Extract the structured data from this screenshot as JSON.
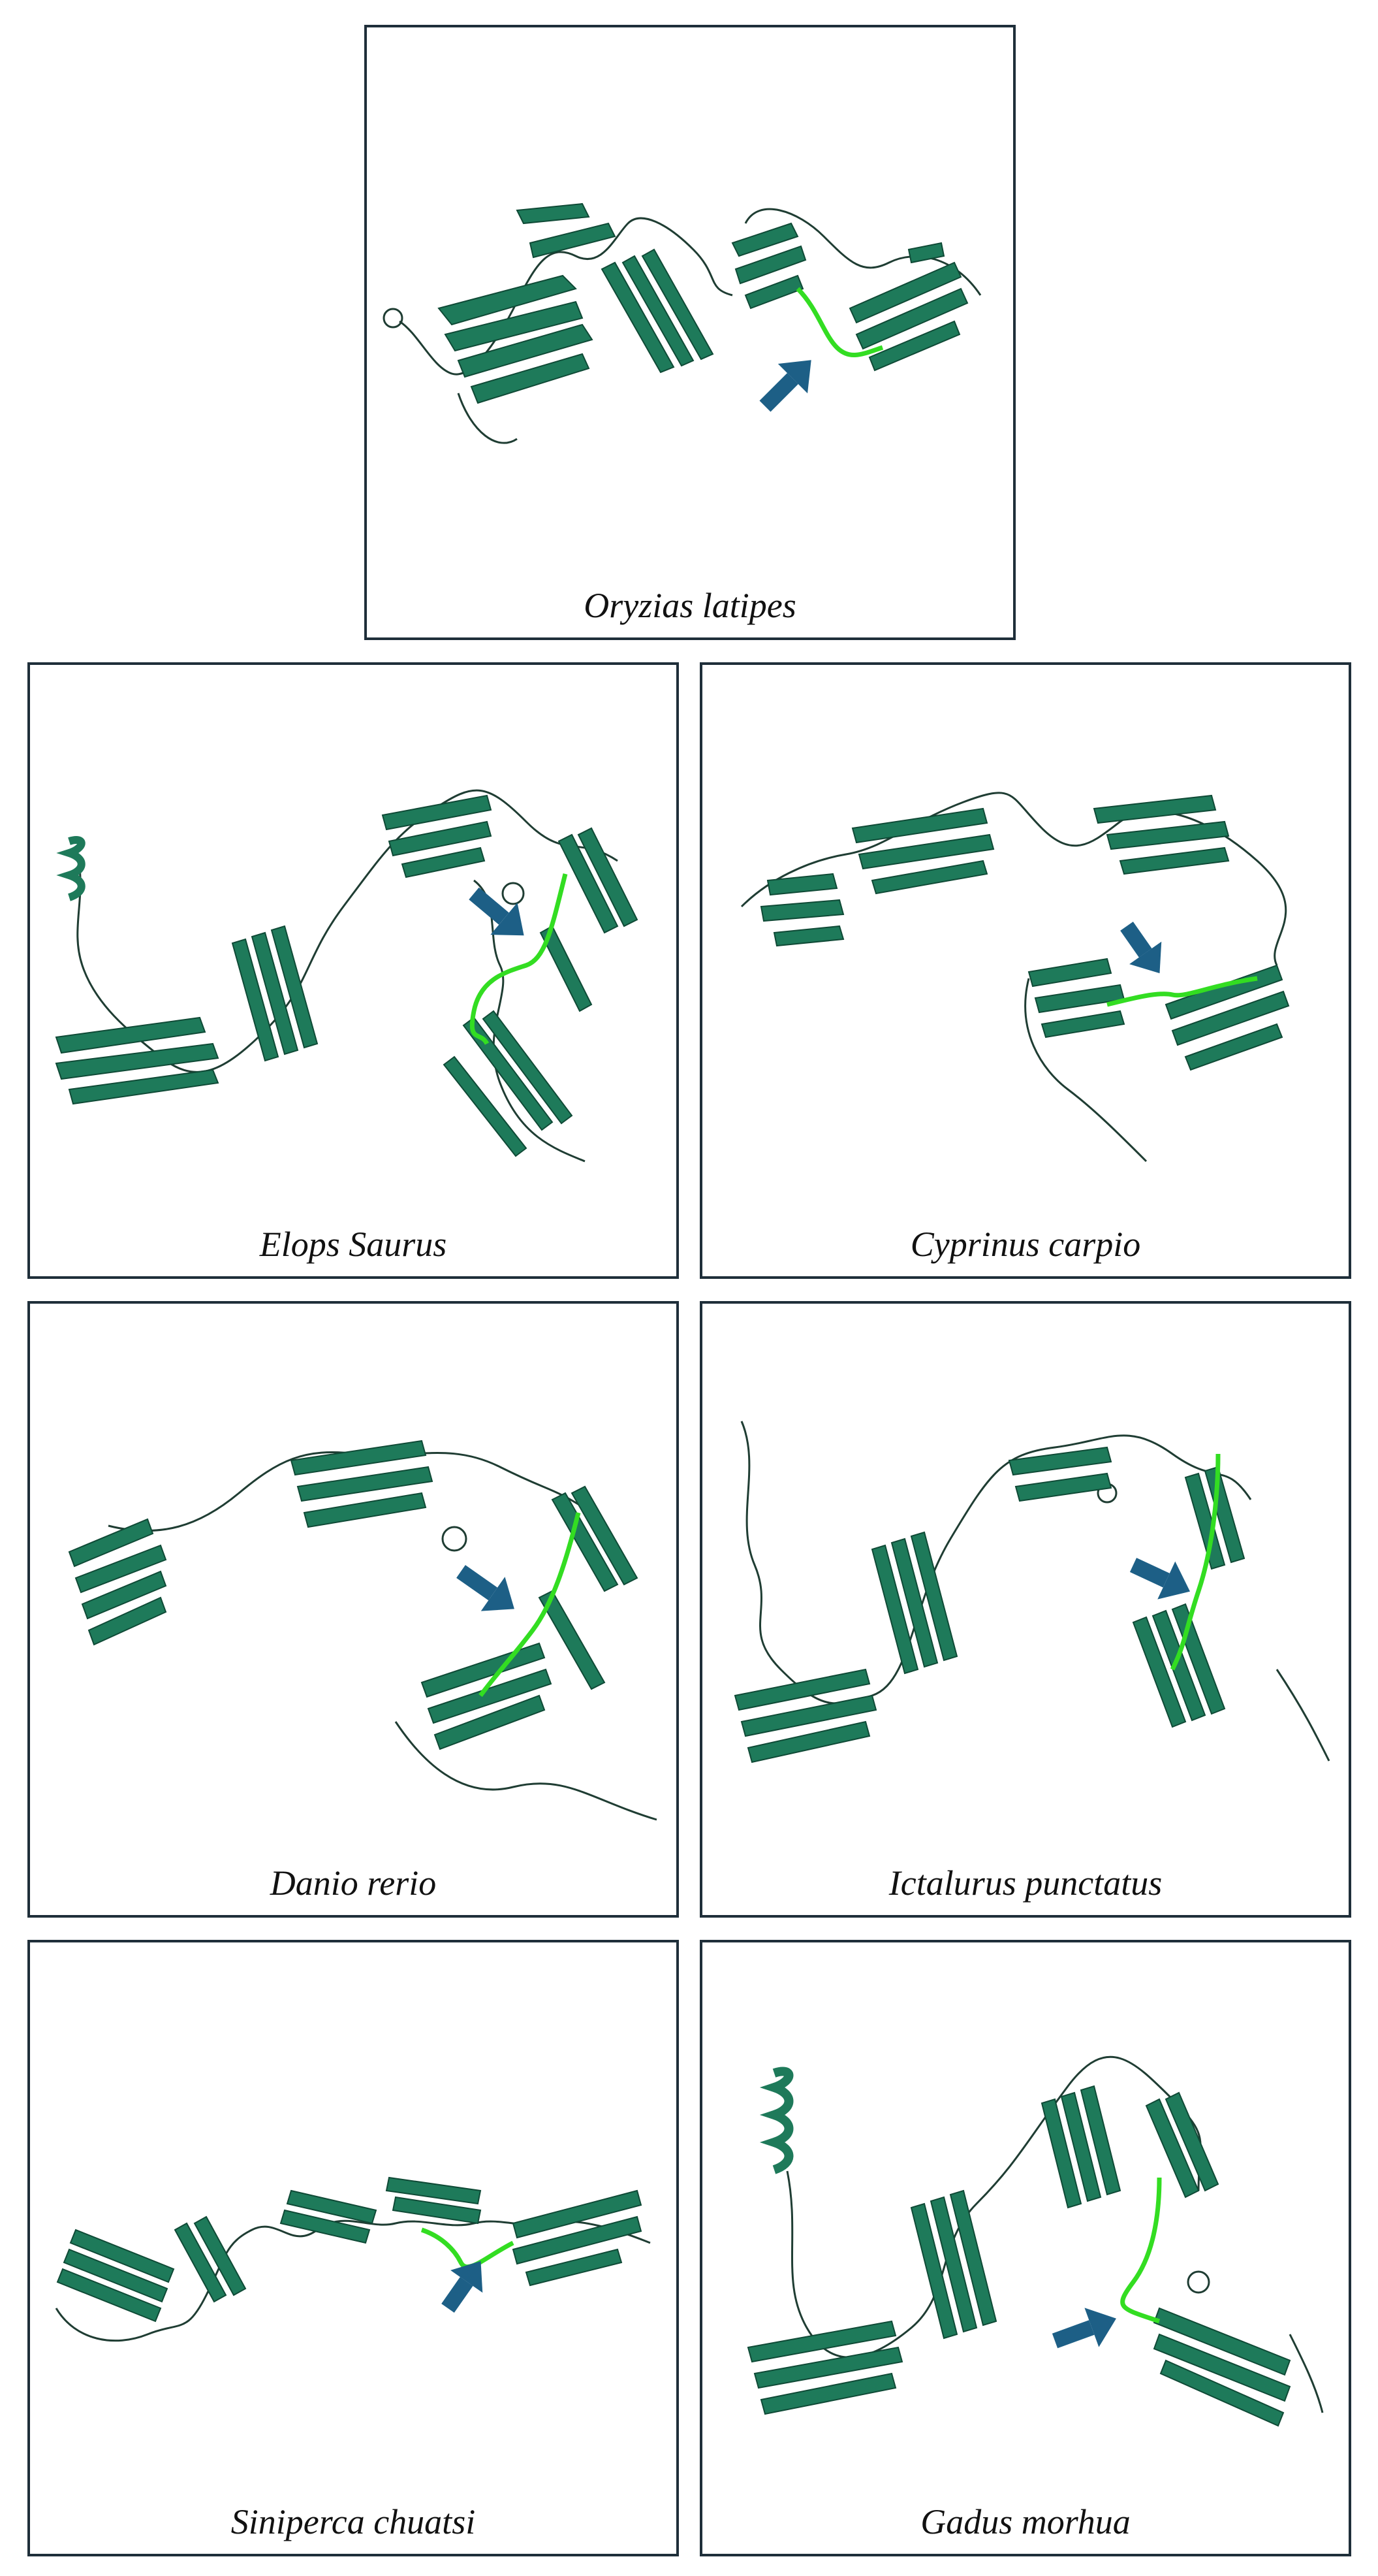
{
  "colors": {
    "protein": "#1e7a5a",
    "protein_dark": "#16614a",
    "highlight": "#33dd22",
    "arrow": "#1d5f86",
    "frame": "#1f2f3a"
  },
  "panels": [
    {
      "id": "oryzias",
      "caption": "Oryzias latipes",
      "icon": "protein-structure-icon",
      "arrow_icon": "arrow-icon"
    },
    {
      "id": "elops",
      "caption": "Elops Saurus",
      "icon": "protein-structure-icon",
      "arrow_icon": "arrow-icon"
    },
    {
      "id": "cyprinus",
      "caption": "Cyprinus carpio",
      "icon": "protein-structure-icon",
      "arrow_icon": "arrow-icon"
    },
    {
      "id": "danio",
      "caption": "Danio rerio",
      "icon": "protein-structure-icon",
      "arrow_icon": "arrow-icon"
    },
    {
      "id": "ictalurus",
      "caption": "Ictalurus punctatus",
      "icon": "protein-structure-icon",
      "arrow_icon": "arrow-icon"
    },
    {
      "id": "siniperca",
      "caption": "Siniperca chuatsi",
      "icon": "protein-structure-icon",
      "arrow_icon": "arrow-icon"
    },
    {
      "id": "gadus",
      "caption": "Gadus morhua",
      "icon": "protein-structure-icon",
      "arrow_icon": "arrow-icon"
    }
  ]
}
